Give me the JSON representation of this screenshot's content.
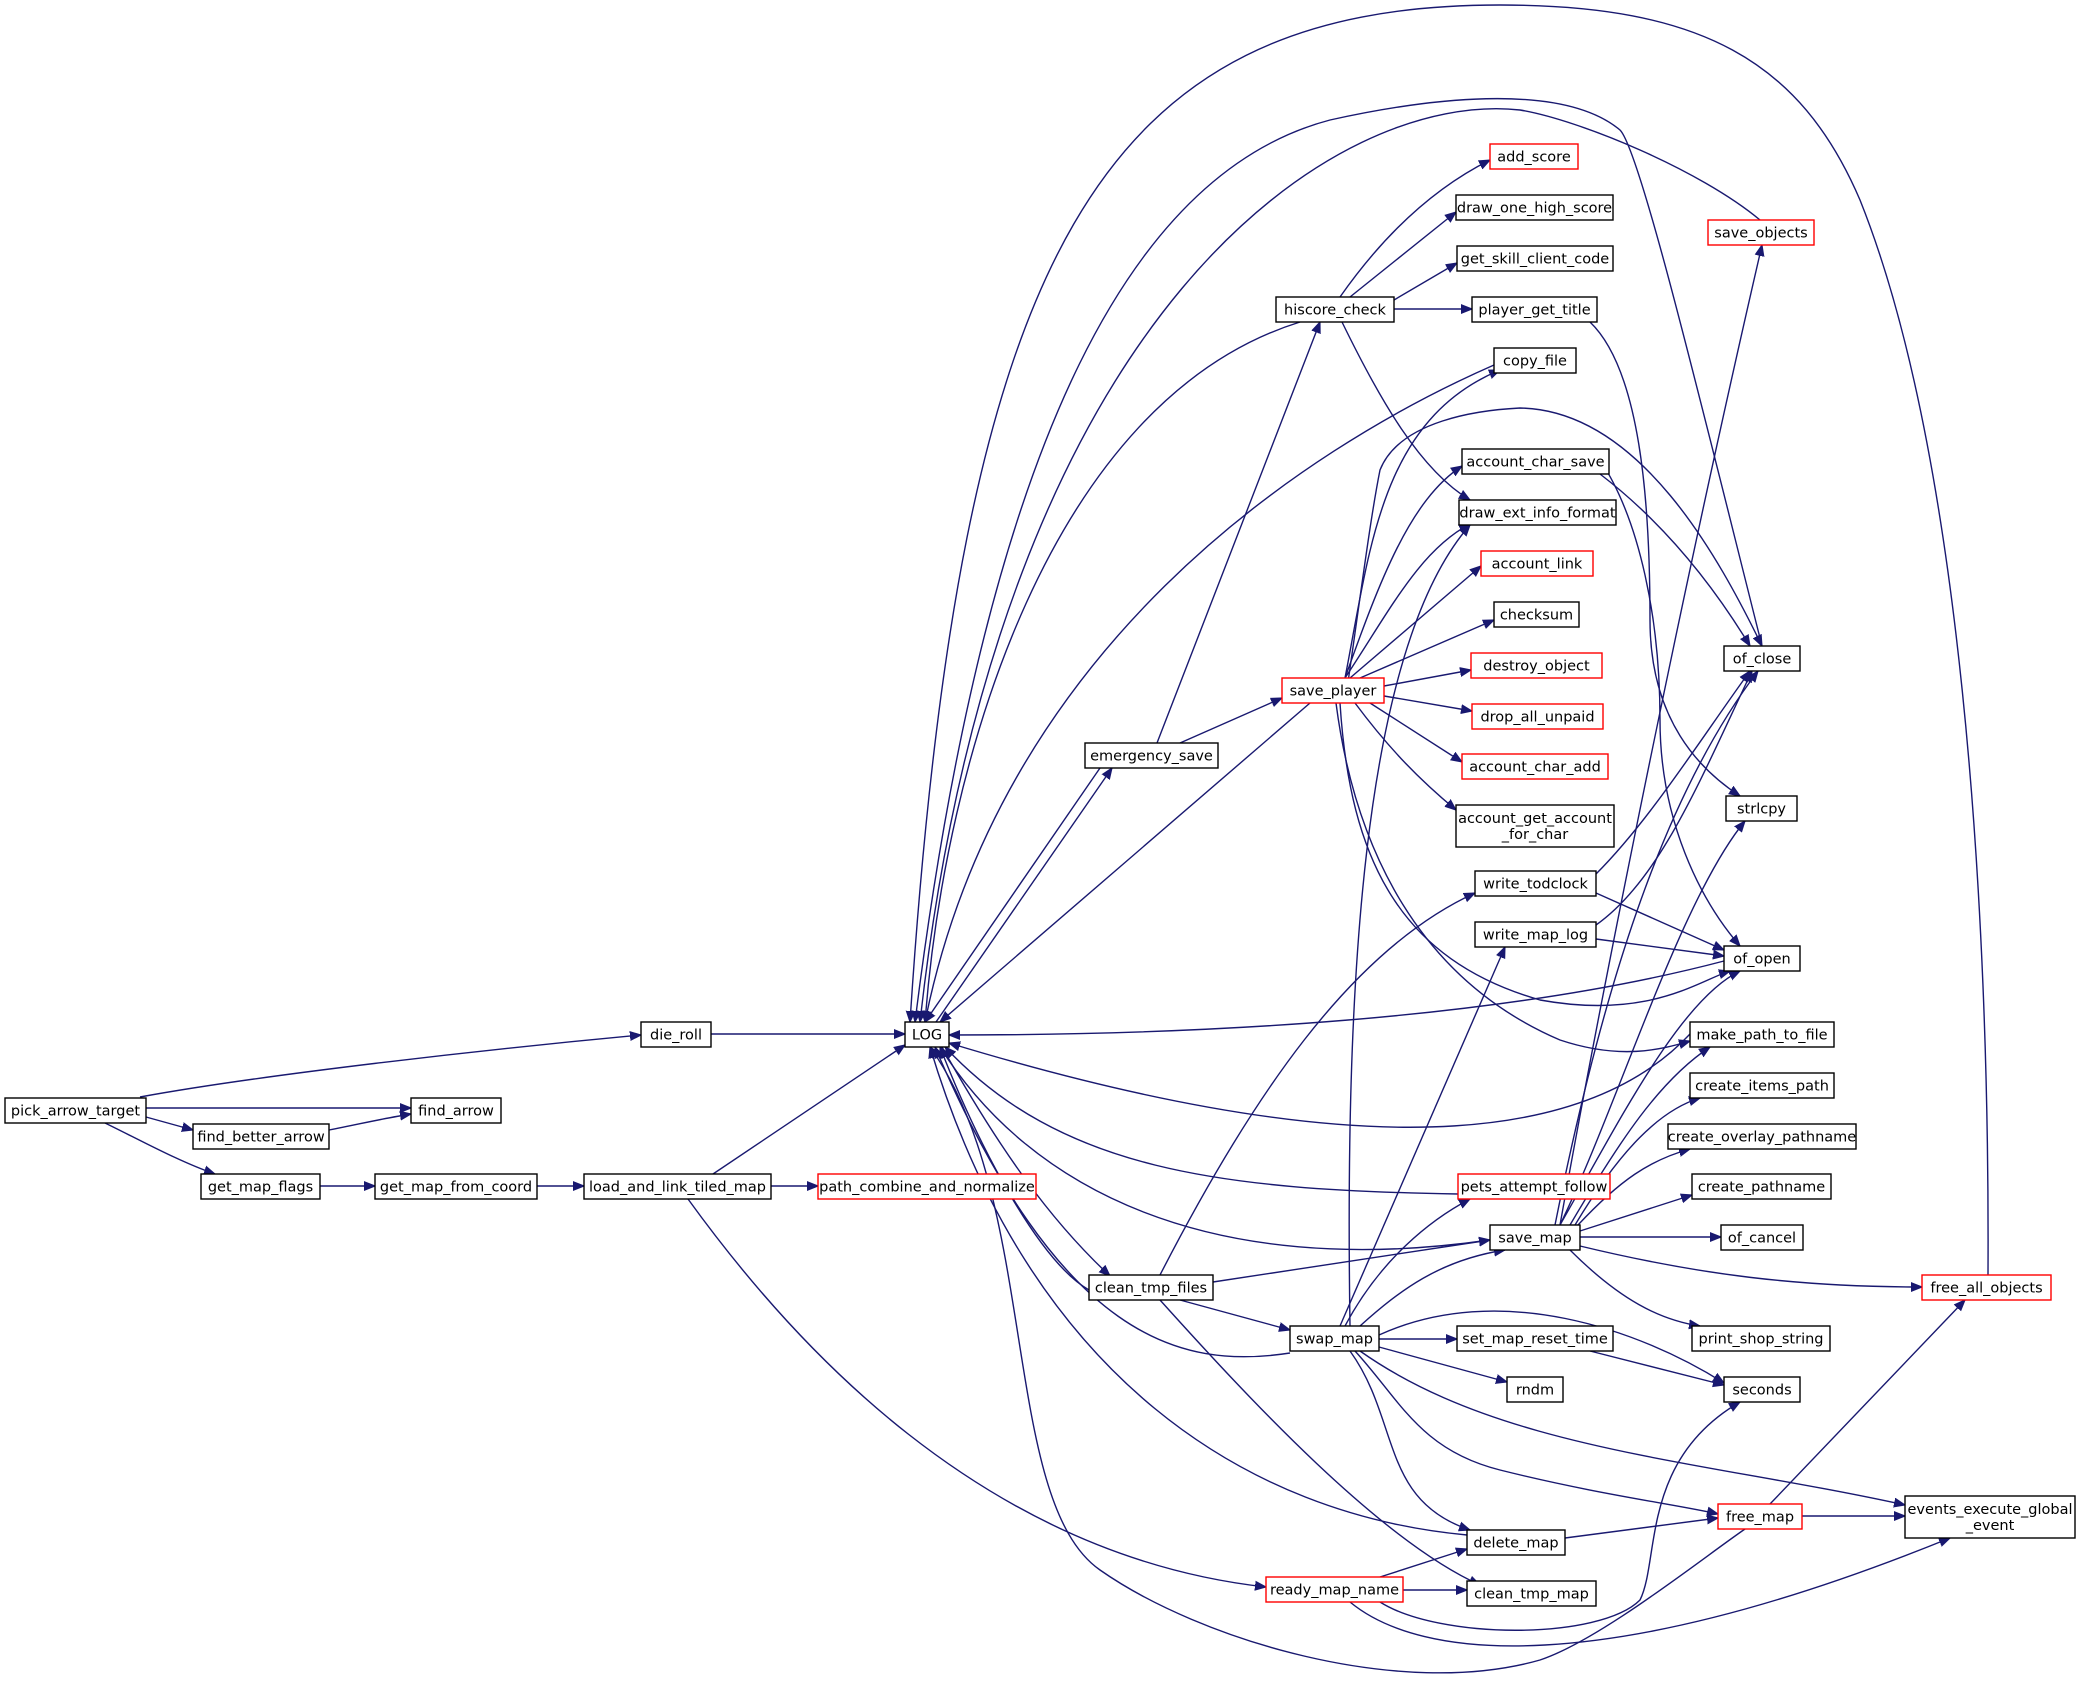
{
  "colors": {
    "edge": "#191970",
    "node_border": "#000000",
    "truncated_border": "#ff0000",
    "root_fill": "#bfbfbf",
    "node_fill": "#ffffff",
    "text": "#000000"
  },
  "nodes": [
    {
      "id": "pick_arrow_target",
      "label": "pick_arrow_target",
      "root": true
    },
    {
      "id": "die_roll",
      "label": "die_roll"
    },
    {
      "id": "find_arrow",
      "label": "find_arrow"
    },
    {
      "id": "find_better_arrow",
      "label": "find_better_arrow"
    },
    {
      "id": "get_map_flags",
      "label": "get_map_flags"
    },
    {
      "id": "get_map_from_coord",
      "label": "get_map_from_coord"
    },
    {
      "id": "load_and_link_tiled_map",
      "label": "load_and_link_tiled_map"
    },
    {
      "id": "path_combine_and_normalize",
      "label": "path_combine_and_normalize",
      "truncated": true
    },
    {
      "id": "LOG",
      "label": "LOG"
    },
    {
      "id": "emergency_save",
      "label": "emergency_save"
    },
    {
      "id": "clean_tmp_files",
      "label": "clean_tmp_files"
    },
    {
      "id": "hiscore_check",
      "label": "hiscore_check"
    },
    {
      "id": "save_player",
      "label": "save_player",
      "truncated": true
    },
    {
      "id": "swap_map",
      "label": "swap_map"
    },
    {
      "id": "ready_map_name",
      "label": "ready_map_name",
      "truncated": true
    },
    {
      "id": "add_score",
      "label": "add_score",
      "truncated": true
    },
    {
      "id": "draw_one_high_score",
      "label": "draw_one_high_score"
    },
    {
      "id": "get_skill_client_code",
      "label": "get_skill_client_code"
    },
    {
      "id": "player_get_title",
      "label": "player_get_title"
    },
    {
      "id": "copy_file",
      "label": "copy_file"
    },
    {
      "id": "account_char_save",
      "label": "account_char_save"
    },
    {
      "id": "draw_ext_info_format",
      "label": "draw_ext_info_format"
    },
    {
      "id": "account_link",
      "label": "account_link",
      "truncated": true
    },
    {
      "id": "checksum",
      "label": "checksum"
    },
    {
      "id": "destroy_object",
      "label": "destroy_object",
      "truncated": true
    },
    {
      "id": "drop_all_unpaid",
      "label": "drop_all_unpaid",
      "truncated": true
    },
    {
      "id": "account_char_add",
      "label": "account_char_add",
      "truncated": true
    },
    {
      "id": "account_get_account_for_char",
      "label": "account_get_account\n_for_char"
    },
    {
      "id": "write_todclock",
      "label": "write_todclock"
    },
    {
      "id": "write_map_log",
      "label": "write_map_log"
    },
    {
      "id": "pets_attempt_follow",
      "label": "pets_attempt_follow",
      "truncated": true
    },
    {
      "id": "save_map",
      "label": "save_map"
    },
    {
      "id": "set_map_reset_time",
      "label": "set_map_reset_time"
    },
    {
      "id": "rndm",
      "label": "rndm"
    },
    {
      "id": "delete_map",
      "label": "delete_map"
    },
    {
      "id": "clean_tmp_map",
      "label": "clean_tmp_map"
    },
    {
      "id": "save_objects",
      "label": "save_objects",
      "truncated": true
    },
    {
      "id": "of_close",
      "label": "of_close"
    },
    {
      "id": "strlcpy",
      "label": "strlcpy"
    },
    {
      "id": "of_open",
      "label": "of_open"
    },
    {
      "id": "make_path_to_file",
      "label": "make_path_to_file"
    },
    {
      "id": "create_items_path",
      "label": "create_items_path"
    },
    {
      "id": "create_overlay_pathname",
      "label": "create_overlay_pathname"
    },
    {
      "id": "create_pathname",
      "label": "create_pathname"
    },
    {
      "id": "of_cancel",
      "label": "of_cancel"
    },
    {
      "id": "print_shop_string",
      "label": "print_shop_string"
    },
    {
      "id": "seconds",
      "label": "seconds"
    },
    {
      "id": "free_all_objects",
      "label": "free_all_objects",
      "truncated": true
    },
    {
      "id": "free_map",
      "label": "free_map",
      "truncated": true
    },
    {
      "id": "events_execute_global_event",
      "label": "events_execute_global\n_event"
    }
  ]
}
